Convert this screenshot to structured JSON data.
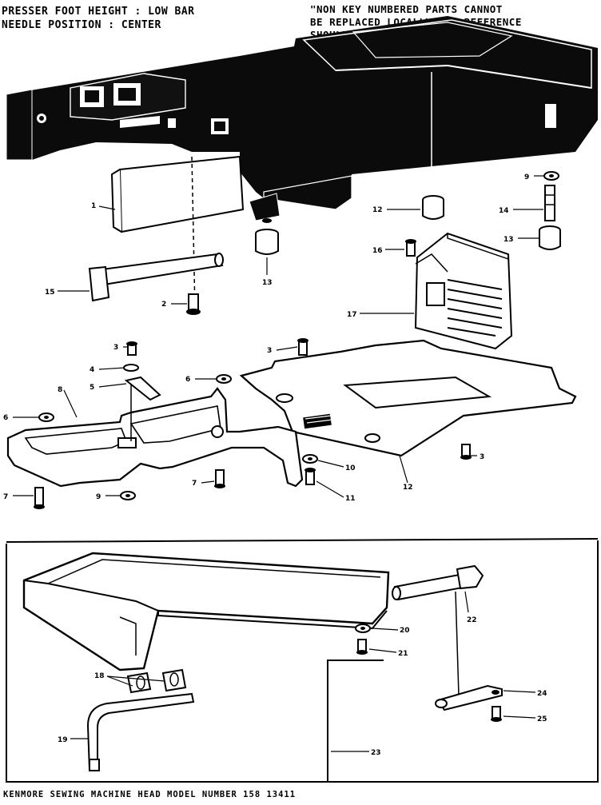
{
  "header": {
    "left_line1": "PRESSER FOOT HEIGHT : LOW BAR",
    "left_line2": "NEEDLE POSITION : CENTER",
    "note_line1": "\"NON KEY NUMBERED PARTS CANNOT",
    "note_line2": "BE REPLACED LOCALLY AND REFERENCE",
    "note_line3": "SHOULD BE MADE TO CODE N7.\""
  },
  "footer": {
    "caption": "KENMORE SEWING MACHINE HEAD  MODEL NUMBER 158 13411"
  },
  "callouts": [
    {
      "id": "c1",
      "label": "1"
    },
    {
      "id": "c2",
      "label": "2"
    },
    {
      "id": "c3a",
      "label": "3"
    },
    {
      "id": "c3b",
      "label": "3"
    },
    {
      "id": "c3c",
      "label": "3"
    },
    {
      "id": "c4",
      "label": "4"
    },
    {
      "id": "c5",
      "label": "5"
    },
    {
      "id": "c6a",
      "label": "6"
    },
    {
      "id": "c6b",
      "label": "6"
    },
    {
      "id": "c7a",
      "label": "7"
    },
    {
      "id": "c7b",
      "label": "7"
    },
    {
      "id": "c8",
      "label": "8"
    },
    {
      "id": "c9a",
      "label": "9"
    },
    {
      "id": "c9b",
      "label": "9"
    },
    {
      "id": "c10",
      "label": "10"
    },
    {
      "id": "c11",
      "label": "11"
    },
    {
      "id": "c12a",
      "label": "12"
    },
    {
      "id": "c12b",
      "label": "12"
    },
    {
      "id": "c13a",
      "label": "13"
    },
    {
      "id": "c13b",
      "label": "13"
    },
    {
      "id": "c14",
      "label": "14"
    },
    {
      "id": "c15",
      "label": "15"
    },
    {
      "id": "c16",
      "label": "16"
    },
    {
      "id": "c17",
      "label": "17"
    },
    {
      "id": "c18",
      "label": "18"
    },
    {
      "id": "c19",
      "label": "19"
    },
    {
      "id": "c20",
      "label": "20"
    },
    {
      "id": "c21",
      "label": "21"
    },
    {
      "id": "c22",
      "label": "22"
    },
    {
      "id": "c23",
      "label": "23"
    },
    {
      "id": "c24",
      "label": "24"
    },
    {
      "id": "c25",
      "label": "25"
    }
  ]
}
